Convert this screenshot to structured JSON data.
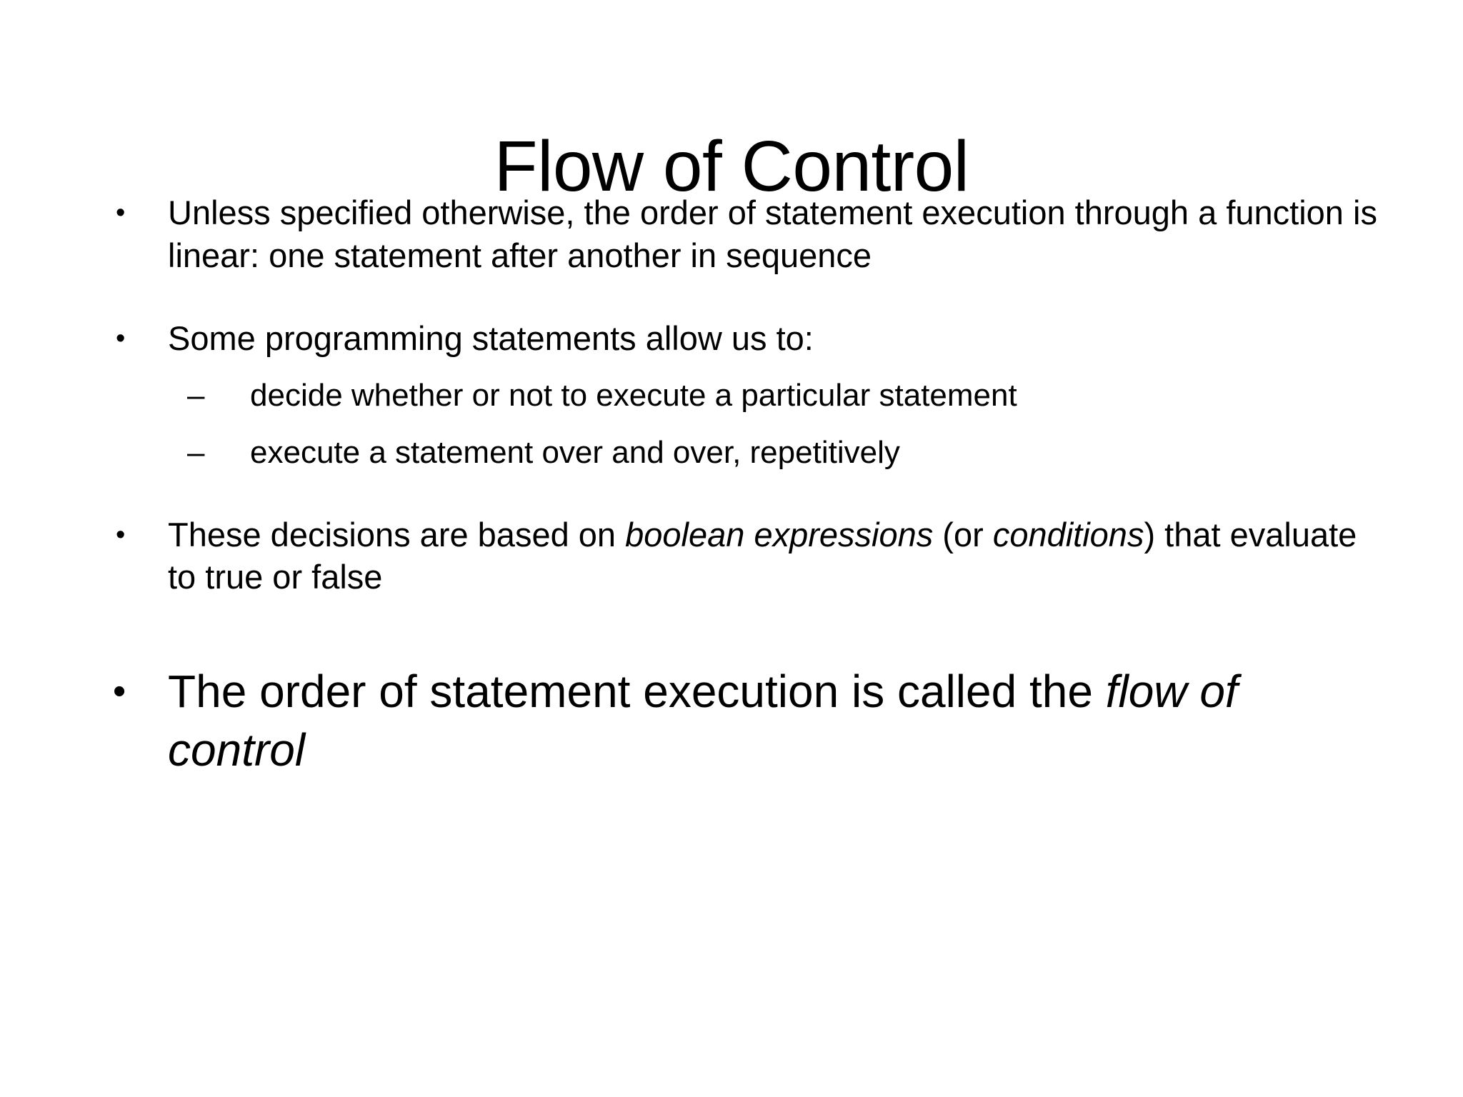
{
  "slide": {
    "title": "Flow of Control",
    "background_color": "#ffffff",
    "text_color": "#000000",
    "bullet_marker": "•",
    "sub_bullet_marker": "–"
  },
  "content": {
    "bullets": [
      {
        "level": 1,
        "text": "Unless specified otherwise, the order of statement execution through a function is linear: one statement after another in sequence"
      },
      {
        "level": 1,
        "text": "Some programming statements allow us to:"
      },
      {
        "level": 2,
        "text": "decide whether or not to execute a particular statement"
      },
      {
        "level": 2,
        "text": "execute a statement over and over, repetitively"
      },
      {
        "level": 1,
        "segments": {
          "part1": "These decisions are based on ",
          "italic1": "boolean expressions",
          "part2": " (or ",
          "italic2": "conditions",
          "part3": ") that evaluate to true or false"
        }
      },
      {
        "level": 1,
        "emphasis": "large",
        "segments": {
          "part1": "The order of statement execution is called the ",
          "italic1": "flow of control"
        }
      }
    ]
  }
}
